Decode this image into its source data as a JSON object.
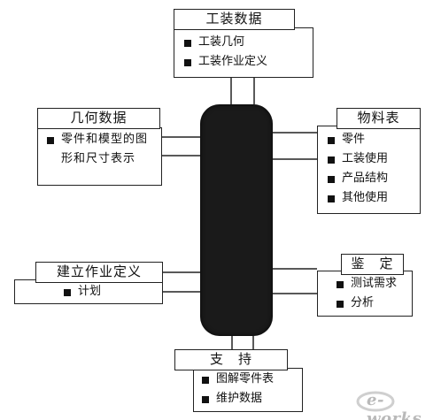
{
  "diagram": {
    "center": {},
    "tooling_data": {
      "title": "工装数据",
      "items": [
        "工装几何",
        "工装作业定义"
      ]
    },
    "geometry_data": {
      "title": "几何数据",
      "items": [
        "零件和模型的图形和尺寸表示"
      ]
    },
    "bill_of_materials": {
      "title": "物料表",
      "items": [
        "零件",
        "工装使用",
        "产品结构",
        "其他使用"
      ]
    },
    "work_definition": {
      "title": "建立作业定义",
      "items": [
        "计划"
      ]
    },
    "appraisal": {
      "title": "鉴　定",
      "items": [
        "测试需求",
        "分析"
      ]
    },
    "support": {
      "title": "支　持",
      "items": [
        "图解零件表",
        "维护数据"
      ]
    }
  },
  "watermark": {
    "text": "e-works",
    "color": "#b9b9b9"
  }
}
